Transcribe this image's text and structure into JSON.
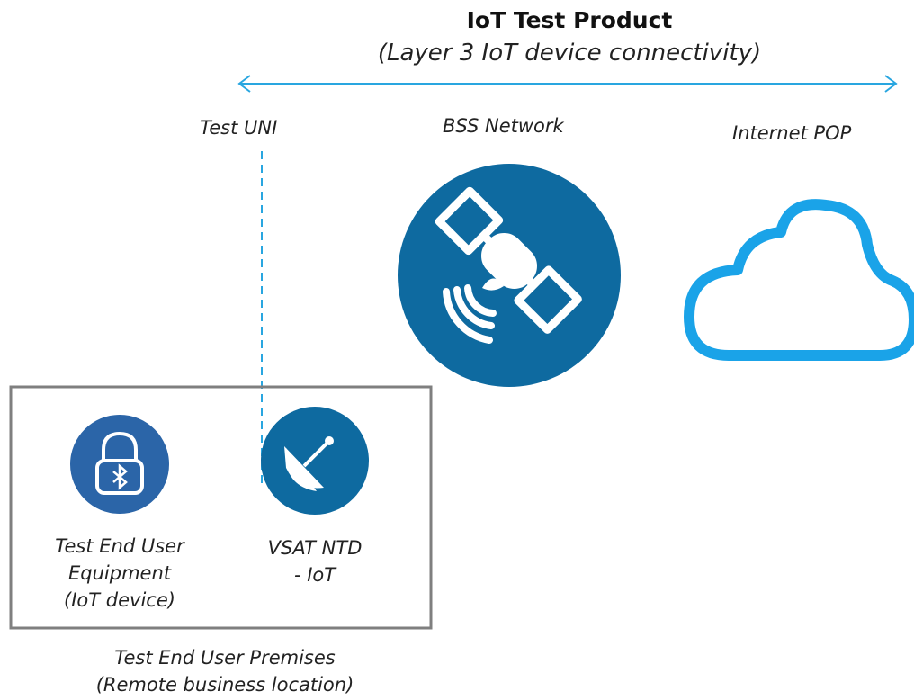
{
  "title": "IoT Test Product",
  "subtitle": "(Layer 3 IoT device connectivity)",
  "labels": {
    "test_uni": "Test UNI",
    "bss_network": "BSS Network",
    "internet_pop": "Internet POP",
    "end_user_equipment": [
      "Test End User",
      "Equipment",
      "(IoT device)"
    ],
    "vsat_ntd": [
      "VSAT NTD",
      "- IoT"
    ],
    "premises": [
      "Test End User Premises",
      "(Remote business location)"
    ]
  },
  "icons": {
    "satellite": "satellite-icon",
    "cloud": "cloud-icon",
    "lock": "bluetooth-lock-icon",
    "dish": "satellite-dish-icon"
  },
  "colors": {
    "primary_blue": "#0e6aa0",
    "lock_blue": "#2b65a8",
    "cloud_blue": "#1aa3e8",
    "arrow_blue": "#29a6e0",
    "box_gray": "#7f7f7f"
  }
}
